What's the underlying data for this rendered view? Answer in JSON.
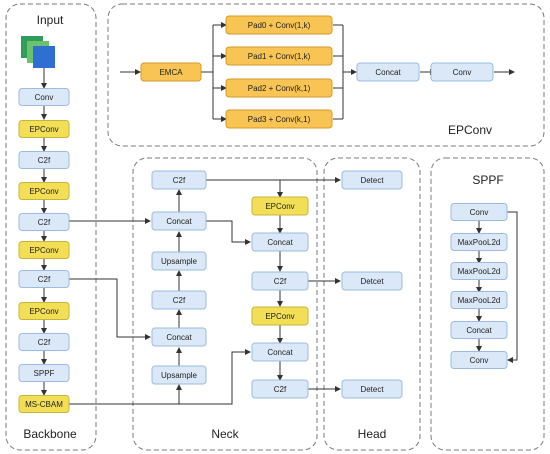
{
  "colors": {
    "blue_fill": "#dbe8f7",
    "blue_stroke": "#9bbbe0",
    "yellow_fill": "#f3df55",
    "yellow_stroke": "#c8b43a",
    "orange_fill": "#f8c453",
    "orange_stroke": "#d49a28",
    "line": "#333333",
    "dash": "#7a7a7a"
  },
  "sections": {
    "input": "Input",
    "backbone": "Backbone",
    "neck": "Neck",
    "head": "Head",
    "sppf": "SPPF",
    "epconv": "EPConv"
  },
  "backbone": [
    "Conv",
    "EPConv",
    "C2f",
    "EPConv",
    "C2f",
    "EPConv",
    "C2f",
    "EPConv",
    "C2f",
    "SPPF",
    "MS-CBAM"
  ],
  "neck_left": [
    "C2f",
    "Concat",
    "Upsample",
    "C2f",
    "Concat",
    "Upsample"
  ],
  "neck_right": [
    "EPConv",
    "Concat",
    "C2f",
    "EPConv",
    "Concat",
    "C2f"
  ],
  "head": [
    "Detect",
    "Detcet",
    "Detect"
  ],
  "epconv_block": {
    "emca": "EMCA",
    "pads": [
      "Pad0 + Conv(1,k)",
      "Pad1 + Conv(1,k)",
      "Pad2 + Conv(k,1)",
      "Pad3 + Conv(k,1)"
    ],
    "concat": "Concat",
    "conv": "Conv"
  },
  "sppf_block": [
    "Conv",
    "MaxPooL2d",
    "MaxPooL2d",
    "MaxPooL2d",
    "Concat",
    "Conv"
  ]
}
